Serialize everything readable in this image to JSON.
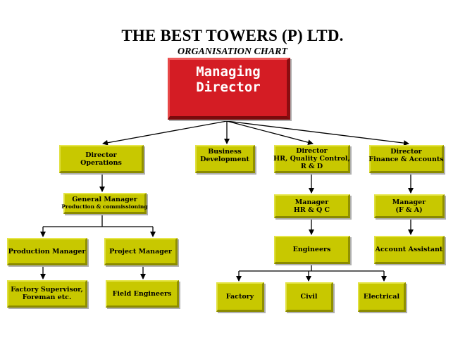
{
  "header": {
    "title": "THE BEST TOWERS (P) LTD.",
    "subtitle": "ORGANISATION CHART"
  },
  "colors": {
    "top_box": "#d41c24",
    "box": "#c8c800",
    "connector": "#000000"
  },
  "nodes": {
    "managing_director": {
      "line1": "Managing",
      "line2": "Director"
    },
    "director_operations": {
      "line1": "Director",
      "line2": "Operations"
    },
    "business_development": {
      "line1": "Business",
      "line2": "Development"
    },
    "director_hr": {
      "line1": "Director",
      "line2": "HR, Quality  Control,",
      "line3": "R & D"
    },
    "director_finance": {
      "line1": "Director",
      "line2": "Finance & Accounts"
    },
    "general_manager": {
      "line1": "General Manager",
      "line2": "Production & commissioning"
    },
    "manager_hr": {
      "line1": "Manager",
      "line2": "HR & Q C"
    },
    "manager_fa": {
      "line1": "Manager",
      "line2": "(F & A)"
    },
    "production_manager": {
      "line1": "Production  Manager"
    },
    "project_manager": {
      "line1": "Project  Manager"
    },
    "engineers": {
      "line1": "Engineers"
    },
    "account_assistant": {
      "line1": "Account Assistant"
    },
    "factory_supervisor": {
      "line1": "Factory Supervisor,",
      "line2": "Foreman etc."
    },
    "field_engineers": {
      "line1": "Field Engineers"
    },
    "factory": {
      "line1": "Factory"
    },
    "civil": {
      "line1": "Civil"
    },
    "electrical": {
      "line1": "Electrical"
    }
  }
}
